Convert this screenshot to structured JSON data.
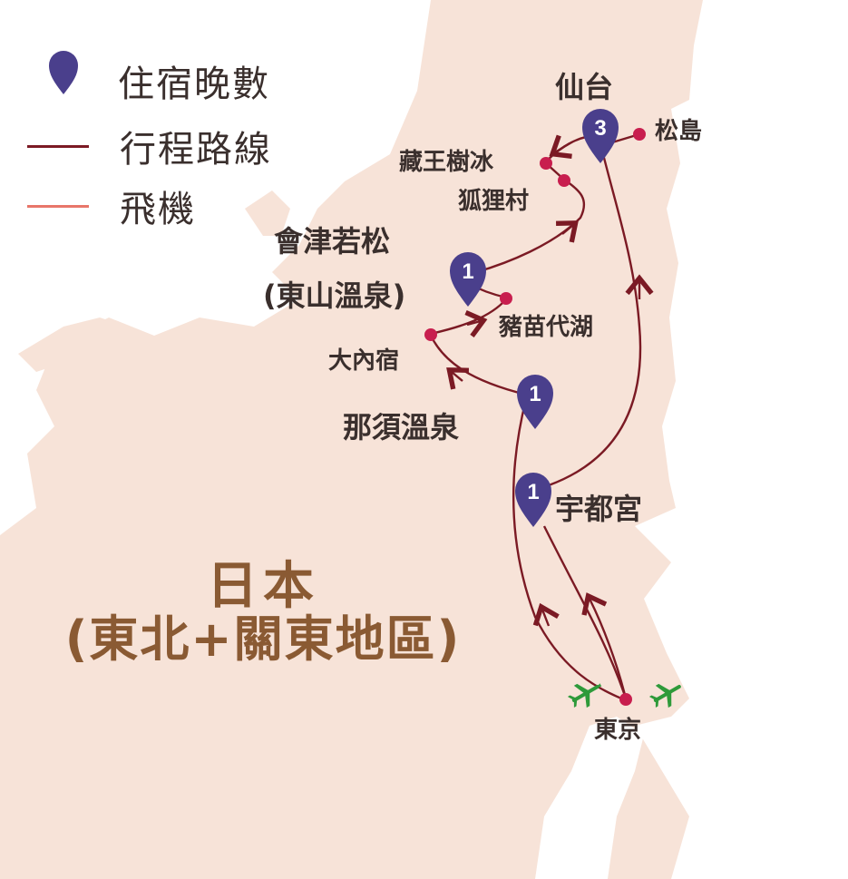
{
  "legend": {
    "nights_label": "住宿晚數",
    "route_label": "行程路線",
    "flight_label": "飛機"
  },
  "region": {
    "line1": "日本",
    "line2": "(東北+關東地區)"
  },
  "cities": {
    "sendai": "仙台",
    "matsushima": "松島",
    "zao": "藏王樹冰",
    "fox_village": "狐狸村",
    "aizu_line1": "會津若松",
    "aizu_line2": "(東山溫泉)",
    "inawashiro": "豬苗代湖",
    "ouchijuku": "大內宿",
    "nasu": "那須溫泉",
    "utsunomiya": "宇都宮",
    "tokyo": "東京"
  },
  "stays": {
    "sendai": "3",
    "aizu": "1",
    "nasu": "1",
    "utsunomiya": "1"
  },
  "colors": {
    "land": "#f7e3d8",
    "route": "#7b1a24",
    "flight": "#e8766a",
    "pin": "#4a3f8c",
    "dot": "#c81e4e",
    "plane": "#2e9a3a",
    "region_text": "#8a5a33"
  }
}
